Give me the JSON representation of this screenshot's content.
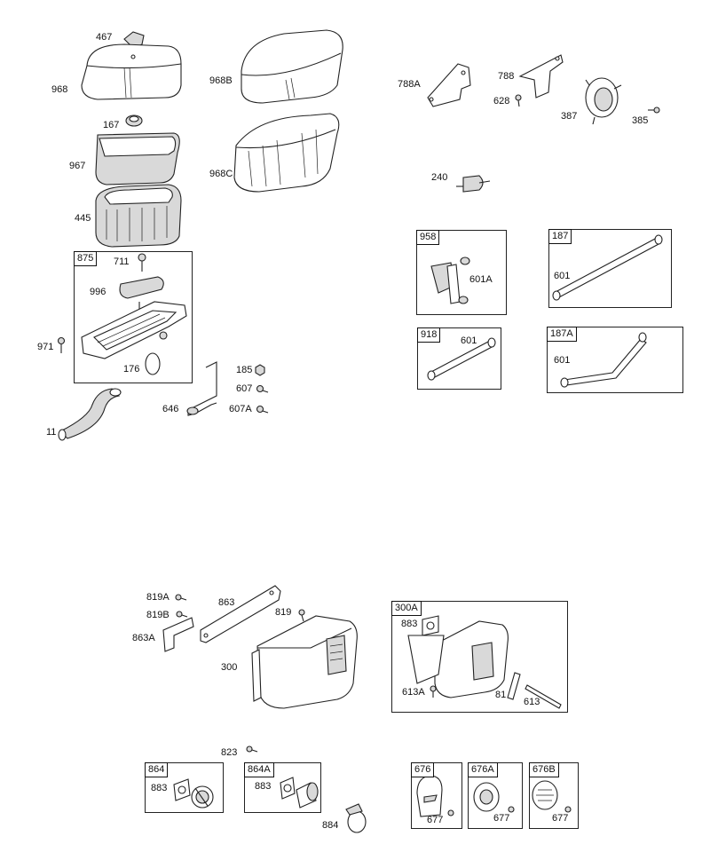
{
  "part_labels": {
    "p467": "467",
    "p968": "968",
    "p968B": "968B",
    "p167": "167",
    "p967": "967",
    "p968C": "968C",
    "p445": "445",
    "p711": "711",
    "p996": "996",
    "p971": "971",
    "p176": "176",
    "p185": "185",
    "p607": "607",
    "p646": "646",
    "p607A": "607A",
    "p11": "11",
    "p788A": "788A",
    "p788": "788",
    "p628": "628",
    "p387": "387",
    "p385": "385",
    "p240": "240",
    "p601A": "601A",
    "p601_187": "601",
    "p601_918": "601",
    "p601_187A": "601",
    "p819A": "819A",
    "p863": "863",
    "p819B": "819B",
    "p819": "819",
    "p863A": "863A",
    "p300": "300",
    "p883_300A": "883",
    "p613A": "613A",
    "p81": "81",
    "p613": "613",
    "p823": "823",
    "p883_864": "883",
    "p883_864A": "883",
    "p884": "884",
    "p677_676": "677",
    "p677_676A": "677",
    "p677_676B": "677"
  },
  "kits": {
    "k875": "875",
    "k958": "958",
    "k187": "187",
    "k918": "918",
    "k187A": "187A",
    "k300A": "300A",
    "k864": "864",
    "k864A": "864A",
    "k676": "676",
    "k676A": "676A",
    "k676B": "676B"
  }
}
